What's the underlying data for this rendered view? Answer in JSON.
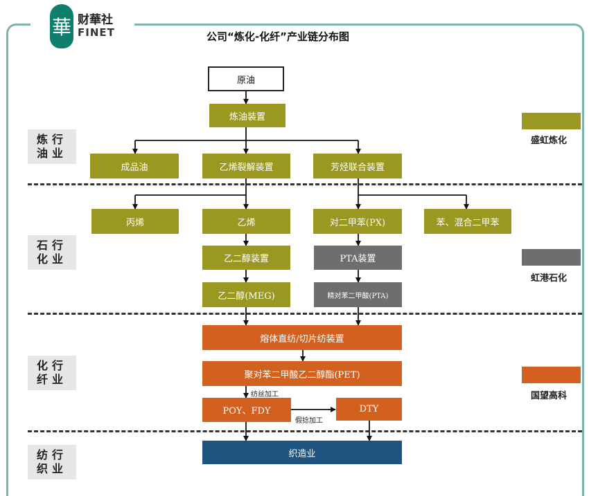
{
  "header": {
    "seal_char": "華",
    "brand_cn": "财華社",
    "brand_en": "FINET",
    "title": "公司“炼化-化纤”产业链分布图"
  },
  "sectors": {
    "refining": "炼行油业",
    "petrochem": "石行化业",
    "fiber": "化行纤业",
    "textile": "纺行织业"
  },
  "nodes": {
    "crude": "原油",
    "refinery": "炼油装置",
    "products": "成品油",
    "cracker": "乙烯裂解装置",
    "aromatics": "芳烃联合装置",
    "propylene": "丙烯",
    "ethylene": "乙烯",
    "px": "对二甲苯(PX)",
    "benzene": "苯、混合二甲苯",
    "eg_unit": "乙二醇装置",
    "pta_unit": "PTA装置",
    "meg": "乙二醇(MEG)",
    "pta": "精对苯二甲酸(PTA)",
    "spinning": "熔体直纺/切片纺装置",
    "pet": "聚对苯二甲酸乙二醇酯(PET)",
    "poy": "POY、FDY",
    "dty": "DTY",
    "weaving": "织造业"
  },
  "annotations": {
    "spin_process": "纺丝加工",
    "texture_process": "假捻加工"
  },
  "legend": {
    "shenghong": "盛虹炼化",
    "honggang": "虹港石化",
    "guowang": "国望高科"
  },
  "colors": {
    "olive": "#9a9820",
    "gray": "#6e6e6e",
    "orange": "#d2601e",
    "navy": "#1f5380",
    "frame": "#7fb3ad",
    "seal": "#0d7f6c"
  }
}
